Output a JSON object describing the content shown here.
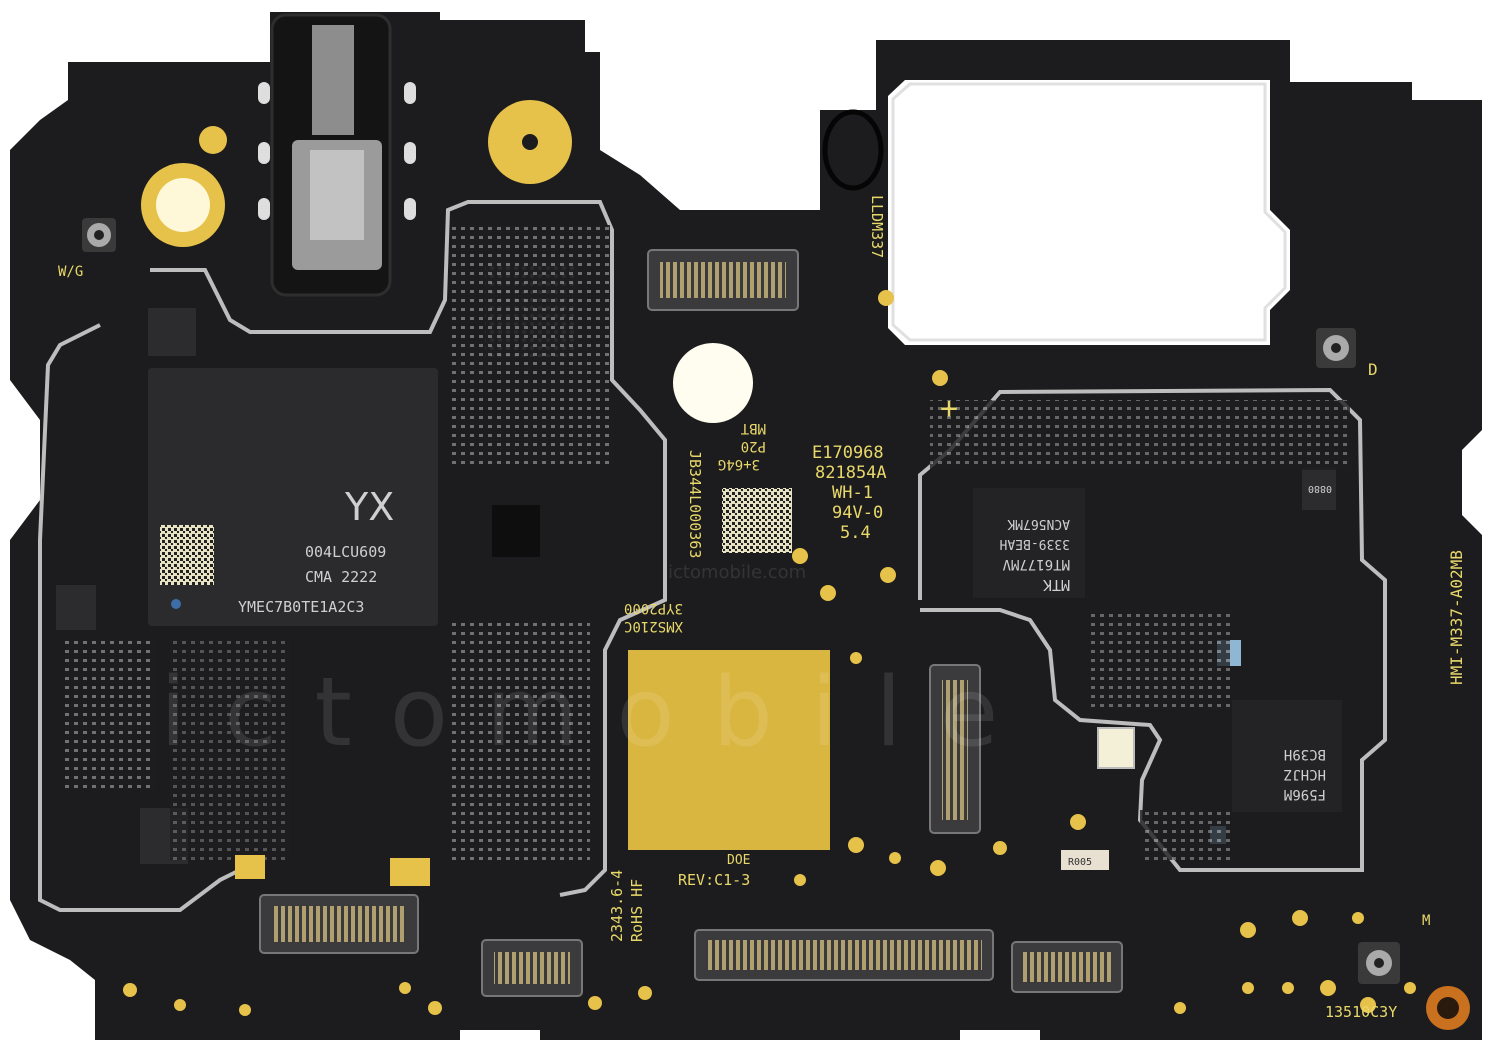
{
  "board": {
    "colors": {
      "pcb": "#1c1c1e",
      "pcb_dark": "#141416",
      "gold": "#e6c24a",
      "gold_pad": "#d9b640",
      "shield": "#bdbdbd",
      "silk": "#e8d86a",
      "chip": "#2b2b2d",
      "background": "#ffffff"
    },
    "labels": {
      "wg": "W/G",
      "d": "D",
      "m": "M",
      "plus": "+",
      "lldm": "LLDM337",
      "ul_cert": "E170968",
      "ul_code": "821854A",
      "wh": "WH-1",
      "v0": "94V-0",
      "ver": "5.4",
      "mbt": "MBT",
      "p20": "P20",
      "mem": "3+64G",
      "jb": "JB344L000363",
      "xms": "XMS210C",
      "yp": "3YP2000",
      "rohs1": "2343.6-4",
      "rohs2": "RoHS HF",
      "rev": "REV:C1-3",
      "doe": "DOE",
      "model": "HMI-M337-A02MB",
      "serial": "13510C3Y",
      "r005": "R005"
    },
    "chips": {
      "emmc_line1": "004LCU609",
      "emmc_line2": "CMA    2222",
      "emmc_line3": "YMEC7B0TE1A2C3",
      "mtk_line1": "MTK",
      "mtk_line2": "MT6177MV",
      "mtk_line3": "3339-BEAH",
      "mtk_line4": "ACN567MK",
      "rf_line1": "F596M",
      "rf_line2": "HCHJZ",
      "rf_line3": "BC39H",
      "small_lqfn": "0880"
    },
    "watermark": {
      "text": "ictomobile",
      "url": "ictomobile.com"
    }
  }
}
